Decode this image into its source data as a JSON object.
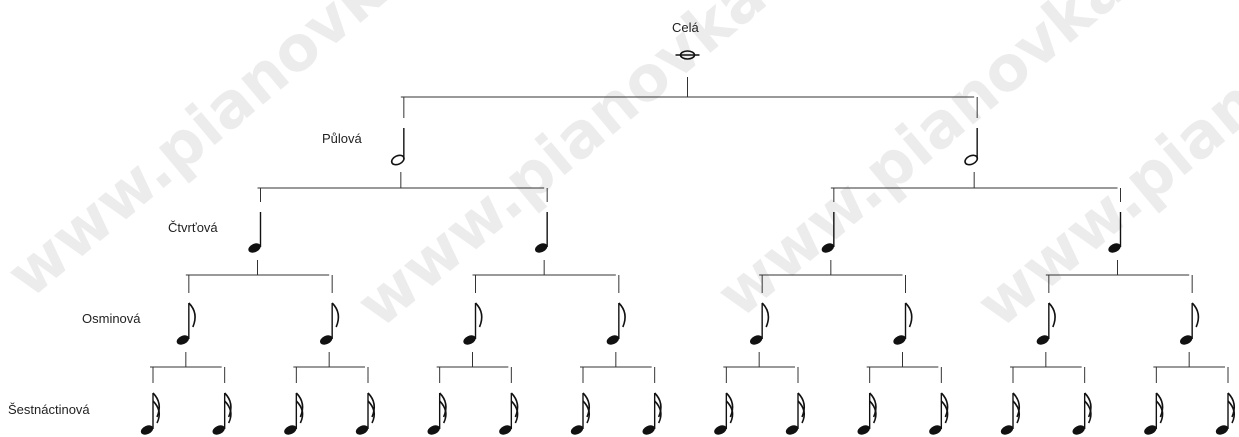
{
  "watermark_text": "www.pianovka.cz",
  "levels": [
    {
      "label": "Celá",
      "type": "whole",
      "count": 1
    },
    {
      "label": "Půlová",
      "type": "half",
      "count": 2
    },
    {
      "label": "Čtvrťová",
      "type": "quarter",
      "count": 4
    },
    {
      "label": "Osminová",
      "type": "eighth",
      "count": 8
    },
    {
      "label": "Šestnáctinová",
      "type": "sixteenth",
      "count": 16
    }
  ]
}
